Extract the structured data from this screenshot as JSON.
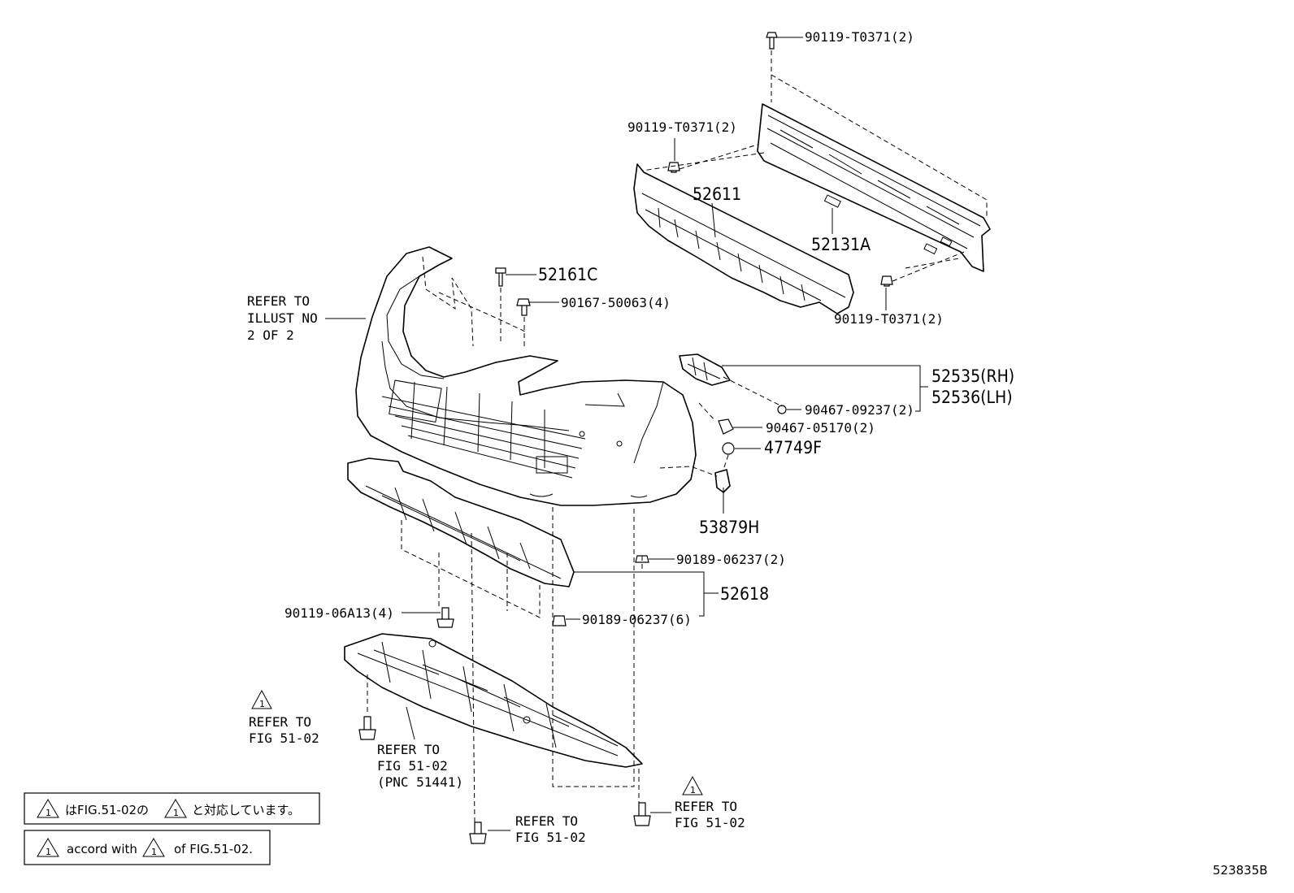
{
  "figure_id": "523835B",
  "parts": {
    "bolt_top": "90119-T0371(2)",
    "bolt_left": "90119-T0371(2)",
    "bolt_right": "90119-T0371(2)",
    "absorber": "52611",
    "reinforcement": "52131A",
    "clip": "52161C",
    "screw": "90167-50063(4)",
    "bracket_rh": "52535(RH)",
    "bracket_lh": "52536(LH)",
    "clip_a": "90467-09237(2)",
    "clip_b": "90467-05170(2)",
    "nut": "47749F",
    "retainer": "53879H",
    "grommet_top": "90189-06237(2)",
    "grommet_bottom": "90189-06237(6)",
    "lower_cover": "52618",
    "bolt_cover": "90119-06A13(4)"
  },
  "refer_bumper": [
    "REFER TO",
    "ILLUST NO",
    "2 OF 2"
  ],
  "refer_fig_a": [
    "REFER TO",
    "FIG 51-02"
  ],
  "refer_fig_b": [
    "REFER TO",
    "FIG 51-02",
    "(PNC 51441)"
  ],
  "refer_fig_c": [
    "REFER TO",
    "FIG 51-02"
  ],
  "refer_fig_d": [
    "REFER TO",
    "FIG 51-02"
  ],
  "legend": {
    "jp_left": "はFIG.51-02の",
    "jp_right": "と対応しています。",
    "en_left": "accord with",
    "en_right": "of FIG.51-02."
  },
  "warning_mark": "1"
}
